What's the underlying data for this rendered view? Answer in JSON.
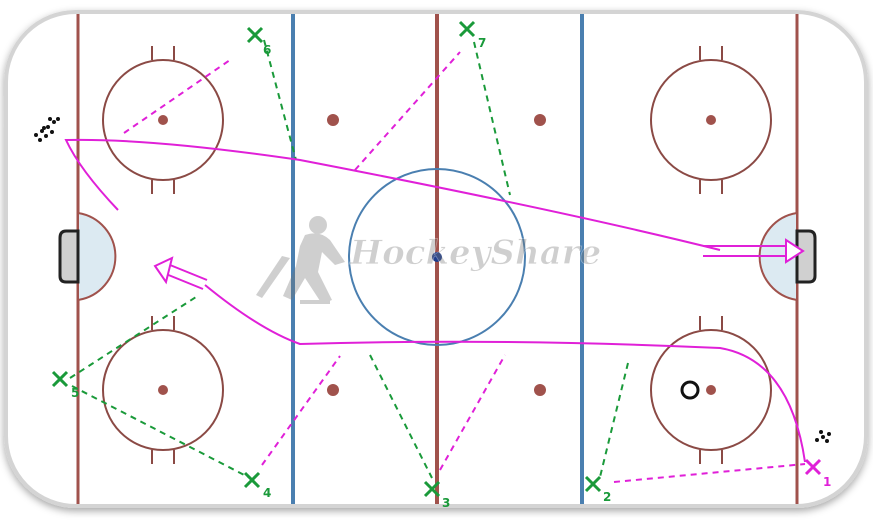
{
  "watermark": {
    "text": "HockeyShare"
  },
  "colors": {
    "ice": "#ffffff",
    "board": "#cfcfcf",
    "red_line": "#a0524c",
    "blue_line": "#4a7fb0",
    "circle": "#8b4a45",
    "crease": "#dceaf2",
    "player_green": "#1a9a3a",
    "player_magenta": "#e020d8",
    "skate_path": "#e020d8"
  },
  "players": [
    {
      "number": "1",
      "color": "magenta"
    },
    {
      "number": "2",
      "color": "green"
    },
    {
      "number": "3",
      "color": "green"
    },
    {
      "number": "4",
      "color": "green"
    },
    {
      "number": "5",
      "color": "green"
    },
    {
      "number": "6",
      "color": "green"
    },
    {
      "number": "7",
      "color": "green"
    }
  ],
  "icons": [
    "puck-pile-icon",
    "puck-pile-icon",
    "cone-icon",
    "hockey-player-silhouette-icon"
  ]
}
